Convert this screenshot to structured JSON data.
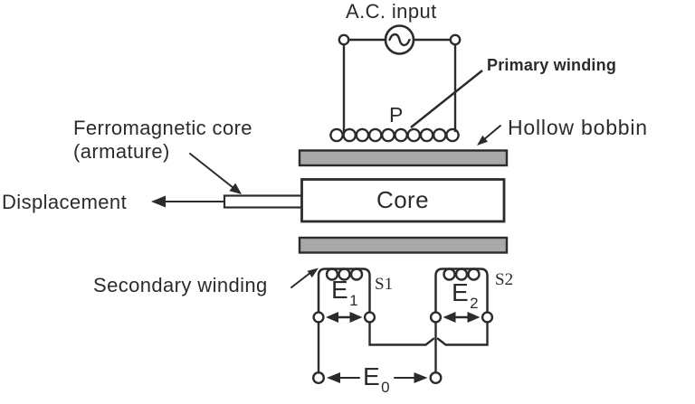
{
  "diagram": {
    "labels": {
      "ac_input": "A.C. input",
      "primary_winding": "Primary winding",
      "hollow_bobbin": "Hollow bobbin",
      "ferro_line1": "Ferromagnetic core",
      "ferro_line2": "(armature)",
      "displacement": "Displacement",
      "core": "Core",
      "p": "P",
      "secondary_winding": "Secondary winding",
      "s1": "S1",
      "s2": "S2",
      "e1": {
        "base": "E",
        "sub": "1"
      },
      "e2": {
        "base": "E",
        "sub": "2"
      },
      "e0": {
        "base": "E",
        "sub": "0"
      }
    },
    "colors": {
      "line": "#2b2b2b",
      "text": "#2b2b2b",
      "bobbin_fill": "#a9a9a9",
      "background": "#ffffff"
    }
  }
}
